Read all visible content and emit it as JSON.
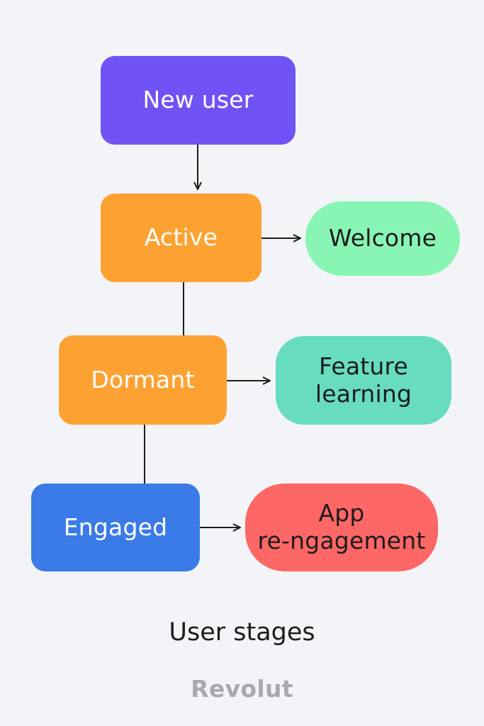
{
  "colors": {
    "background": "#f3f4f8",
    "new_user": "#7152f5",
    "active": "#fda232",
    "dormant": "#fda232",
    "engaged": "#3a7be8",
    "welcome": "#88f5b4",
    "feature_learning": "#67dcc0",
    "app_reengagement": "#fd6765",
    "connector": "#1c1c1e"
  },
  "stages": {
    "new_user": "New user",
    "active": "Active",
    "dormant": "Dormant",
    "engaged": "Engaged"
  },
  "actions": {
    "welcome": "Welcome",
    "feature_learning": "Feature\nlearning",
    "app_reengagement": "App\nre-ngagement"
  },
  "title": "User stages",
  "brand": "Revolut"
}
